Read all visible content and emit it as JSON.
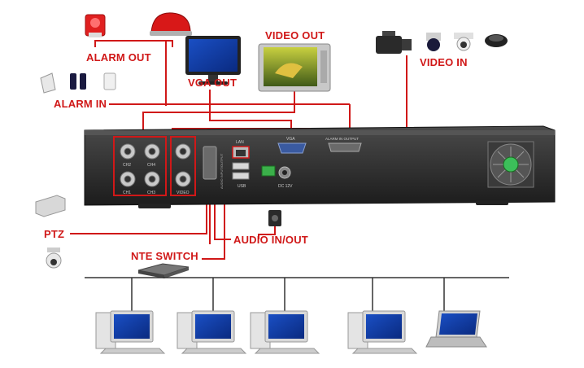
{
  "labels": {
    "alarm_out": "ALARM OUT",
    "alarm_in": "ALARM IN",
    "vga_out": "VGA OUT",
    "video_out": "VIDEO OUT",
    "video_in": "VIDEO IN",
    "ptz": "PTZ",
    "audio_in_out": "AUDIO IN/OUT",
    "nte_switch": "NTE SWITCH"
  },
  "dvr_panel": {
    "channels": [
      "CH2",
      "CH4",
      "CH1",
      "CH3"
    ],
    "video_label": "VIDEO",
    "lan_label": "LAN",
    "vga_label": "VGA",
    "usb_label": "USB",
    "alarm_port_label": "ALARM IN OUTPUT",
    "audio_label": "AUDIO INPUT/OUTPUT",
    "power_label": "DC 12V"
  },
  "colors": {
    "line": "#d01818",
    "network": "#333333",
    "chassis": "#2a2a2a"
  }
}
